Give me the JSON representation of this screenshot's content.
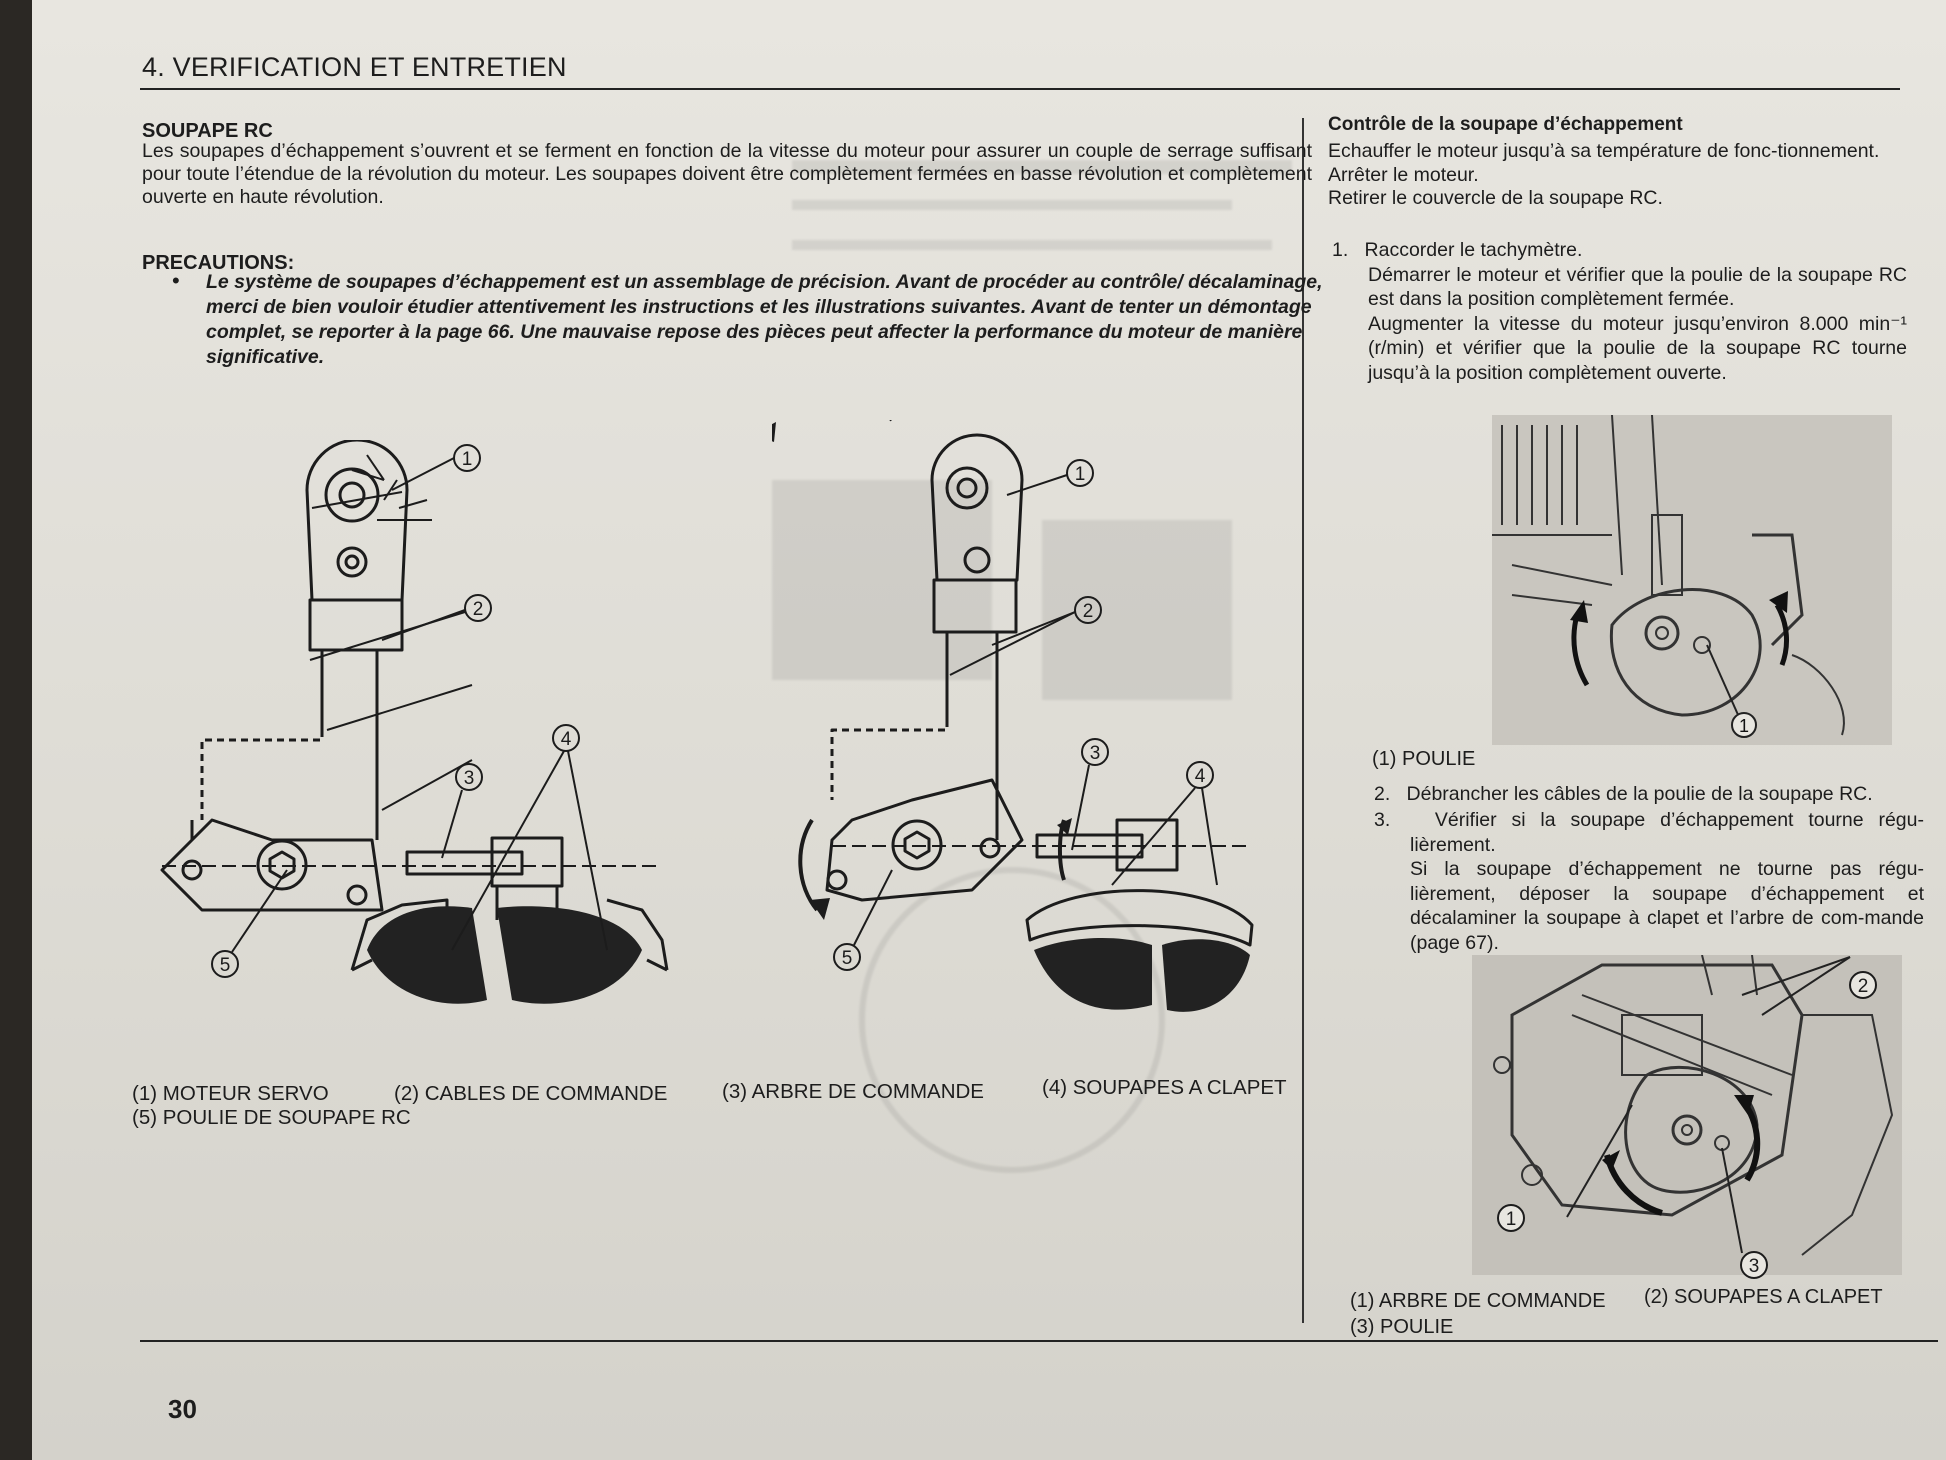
{
  "header": {
    "section": "4. VERIFICATION ET ENTRETIEN"
  },
  "left": {
    "title": "SOUPAPE RC",
    "intro": "Les soupapes d’échappement s’ouvrent et se ferment en fonction de la vitesse du moteur pour assurer un couple de serrage suffisant pour toute l’étendue de la révolution du moteur. Les soupapes doivent être complètement fermées en basse révolution et complètement ouverte en haute révolution.",
    "precautions_title": "PRECAUTIONS:",
    "precautions_text": "Le système de soupapes d’échappement est un assemblage de précision. Avant de procéder au contrôle/ décalaminage, merci de bien vouloir étudier attentivement les instructions et les illustrations suivantes. Avant de tenter un démontage complet, se reporter à la page 66. Une mauvaise repose des pièces peut affecter la performance du moteur de manière significative."
  },
  "figures": {
    "callouts": [
      "1",
      "2",
      "3",
      "4",
      "5"
    ],
    "caption_1": "(1)  MOTEUR SERVO",
    "caption_2": "(2)  CABLES DE COMMANDE",
    "caption_3": "(3)  ARBRE DE COMMANDE",
    "caption_4": "(4)  SOUPAPES A CLAPET",
    "caption_5": "(5)  POULIE DE SOUPAPE RC"
  },
  "right": {
    "title": "Contrôle de la soupape d’échappement",
    "intro_1": "Echauffer le moteur jusqu’à sa température de fonc-tionnement.",
    "intro_2": "Arrêter le moteur.",
    "intro_3": "Retirer le couvercle de la soupape RC.",
    "step1_num": "1.",
    "step1_title": "Raccorder le tachymètre.",
    "step1_a": "Démarrer le moteur et vérifier que la poulie de la soupape RC est dans la position complètement fermée.",
    "step1_b": "Augmenter la vitesse du moteur jusqu’environ 8.000 min⁻¹ (r/min) et vérifier que la poulie de la soupape RC tourne jusqu’à la position complètement ouverte.",
    "photo1_caption": "(1)  POULIE",
    "step2_num": "2.",
    "step2_text": "Débrancher les câbles de la poulie de la soupape RC.",
    "step3_num": "3.",
    "step3_title": "Vérifier si la soupape d’échappement tourne régu-lièrement.",
    "step3_text": "Si la soupape d’échappement ne tourne pas régu-lièrement, déposer la soupape d’échappement et décalaminer la soupape à clapet et l’arbre de com-mande (page 67).",
    "photo2_caption_1": "(1)  ARBRE DE COMMANDE",
    "photo2_caption_2": "(2)  SOUPAPES A CLAPET",
    "photo2_caption_3": "(3)  POULIE"
  },
  "footer": {
    "page_number": "30"
  }
}
